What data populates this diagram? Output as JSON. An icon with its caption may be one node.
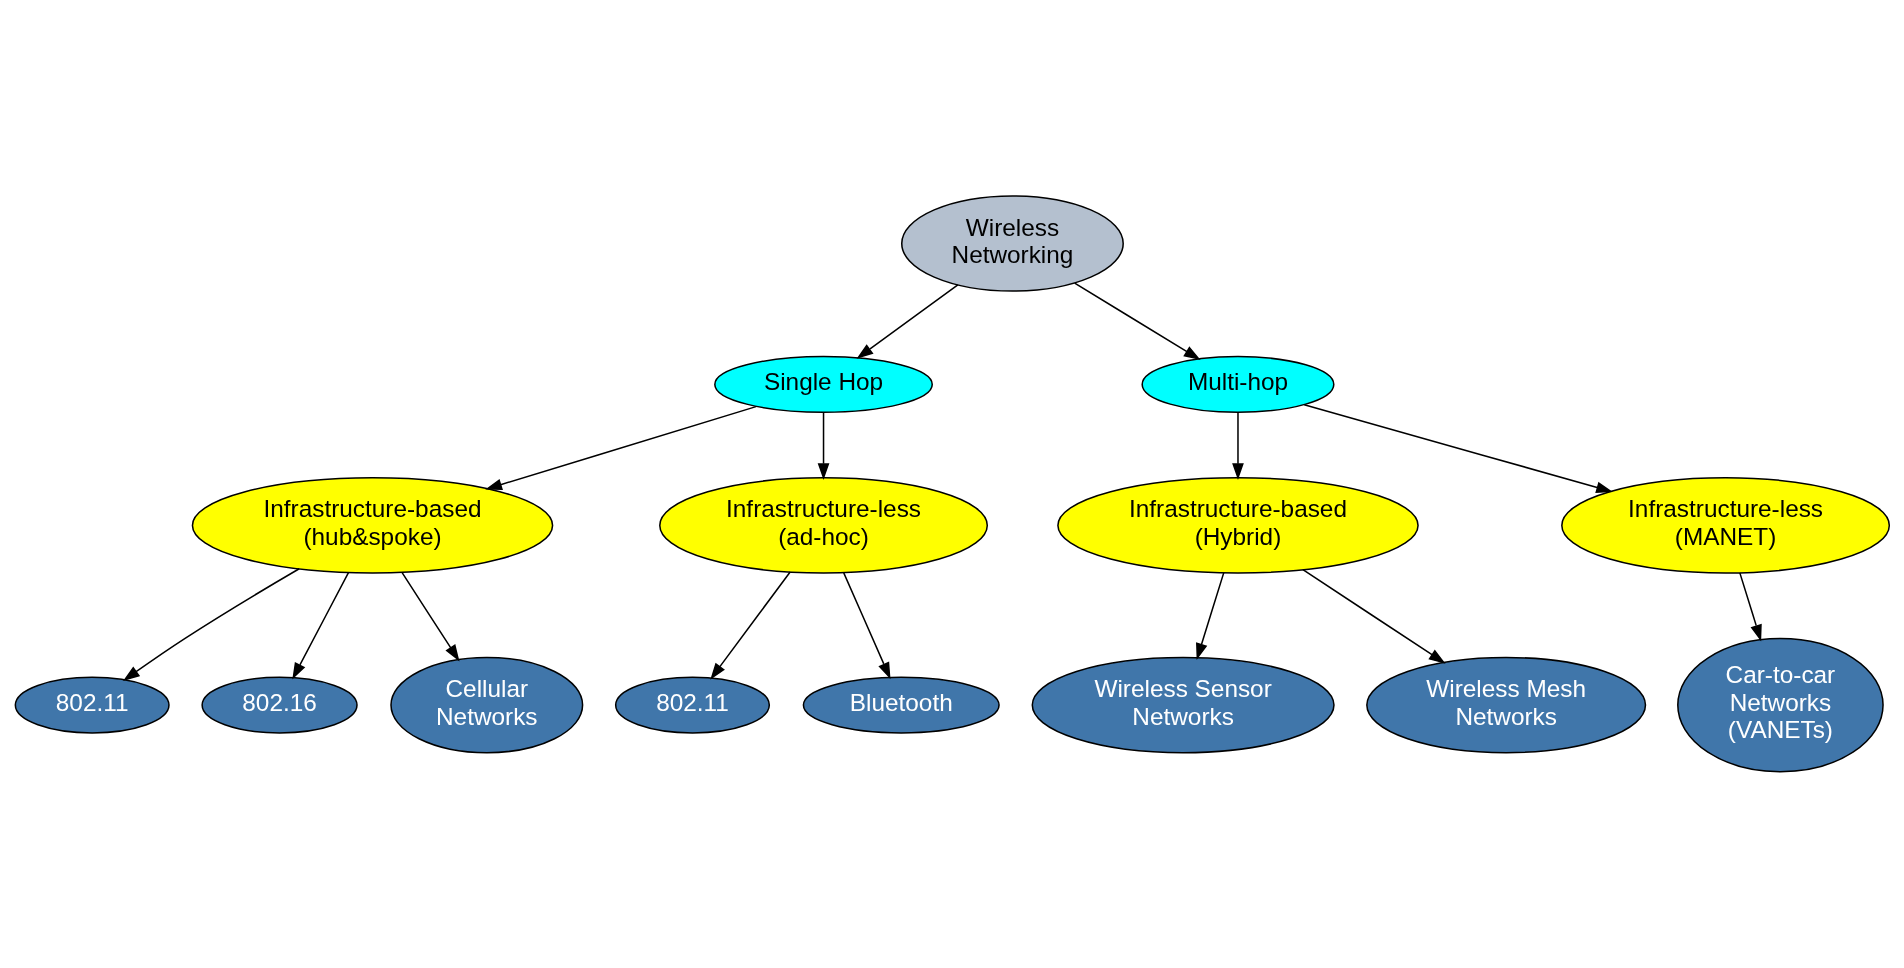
{
  "diagram": {
    "nodes": [
      {
        "text": [
          "Wireless Networking"
        ]
      },
      {
        "text": [
          "Single Hop"
        ]
      },
      {
        "text": [
          "Multi-hop"
        ]
      },
      {
        "text": [
          "Infrastructure-based (hub&spoke)"
        ]
      },
      {
        "text": [
          "Infrastructure-less (ad-hoc)"
        ]
      },
      {
        "text": [
          "Infrastructure-based (Hybrid)"
        ]
      },
      {
        "text": [
          "Infrastructure-less (MANET)"
        ]
      },
      {
        "text": [
          "802.11"
        ]
      },
      {
        "text": [
          "802.16"
        ]
      },
      {
        "text": [
          "802.11"
        ]
      },
      {
        "text": [
          "Bluetooth"
        ]
      },
      {
        "text": [
          "Cellular Networks"
        ]
      },
      {
        "text": [
          "Wireless Sensor Networks"
        ]
      },
      {
        "text": [
          "Wireless Mesh Networks"
        ]
      },
      {
        "text": [
          "Car-to-car Networks (VANETs)"
        ]
      }
    ],
    "edges": [
      {
        "from": 0,
        "to": 1,
        "arrow": "to"
      },
      {
        "from": 0,
        "to": 2,
        "arrow": "to"
      },
      {
        "from": 1,
        "to": 3,
        "arrow": "to"
      },
      {
        "from": 1,
        "to": 4,
        "arrow": "to"
      },
      {
        "from": 2,
        "to": 5,
        "arrow": "to"
      },
      {
        "from": 2,
        "to": 6,
        "arrow": "to"
      },
      {
        "from": 3,
        "to": 7,
        "arrow": "to"
      },
      {
        "from": 3,
        "to": 11,
        "arrow": "to"
      },
      {
        "from": 3,
        "to": 8,
        "arrow": "to"
      },
      {
        "from": 4,
        "to": 9,
        "arrow": "to"
      },
      {
        "from": 4,
        "to": 10,
        "arrow": "to"
      },
      {
        "from": 5,
        "to": 12,
        "arrow": "to"
      },
      {
        "from": 5,
        "to": 13,
        "arrow": "to"
      },
      {
        "from": 6,
        "to": 14,
        "arrow": "to"
      }
    ]
  }
}
